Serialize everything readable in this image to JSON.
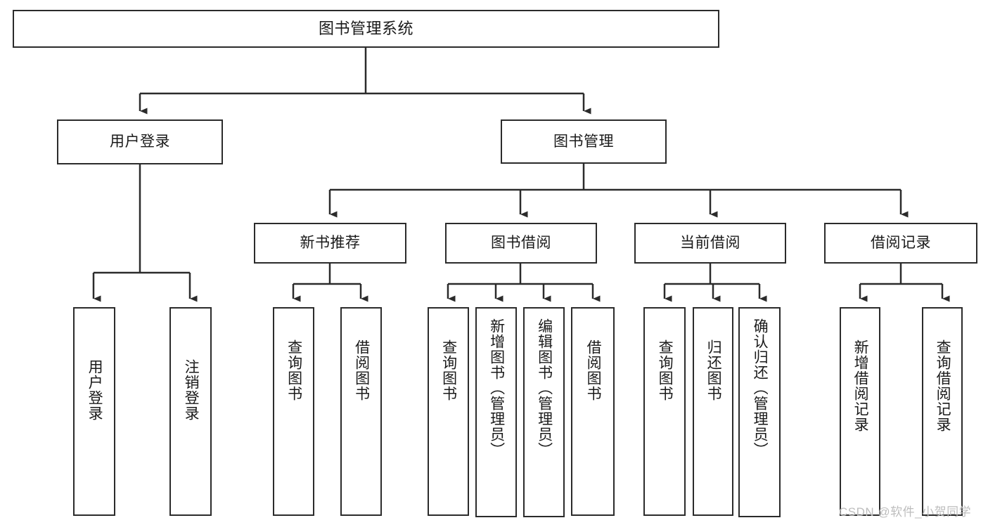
{
  "diagram": {
    "title": "图书管理系统",
    "watermark": "CSDN @软件_小贺同学",
    "stroke_color": "#2b2b2b",
    "text_color": "#1a1a1a",
    "background_color": "#ffffff",
    "watermark_color": "#bdbdbd"
  },
  "nodes": {
    "root": {
      "label": "图书管理系统"
    },
    "level2": [
      {
        "label": "用户登录"
      },
      {
        "label": "图书管理"
      }
    ],
    "level3": [
      {
        "label": "新书推荐"
      },
      {
        "label": "图书借阅"
      },
      {
        "label": "当前借阅"
      },
      {
        "label": "借阅记录"
      }
    ],
    "leaves_user_login": [
      {
        "label": "用户登录"
      },
      {
        "label": "注销登录"
      }
    ],
    "leaves_new_book": [
      {
        "label": "查询图书"
      },
      {
        "label": "借阅图书"
      }
    ],
    "leaves_borrow": [
      {
        "label": "查询图书"
      },
      {
        "label": "新增图书（管理员）"
      },
      {
        "label": "编辑图书（管理员）"
      },
      {
        "label": "借阅图书"
      }
    ],
    "leaves_current": [
      {
        "label": "查询图书"
      },
      {
        "label": "归还图书"
      },
      {
        "label": "确认归还（管理员）"
      }
    ],
    "leaves_records": [
      {
        "label": "新增借阅记录"
      },
      {
        "label": "查询借阅记录"
      }
    ]
  }
}
